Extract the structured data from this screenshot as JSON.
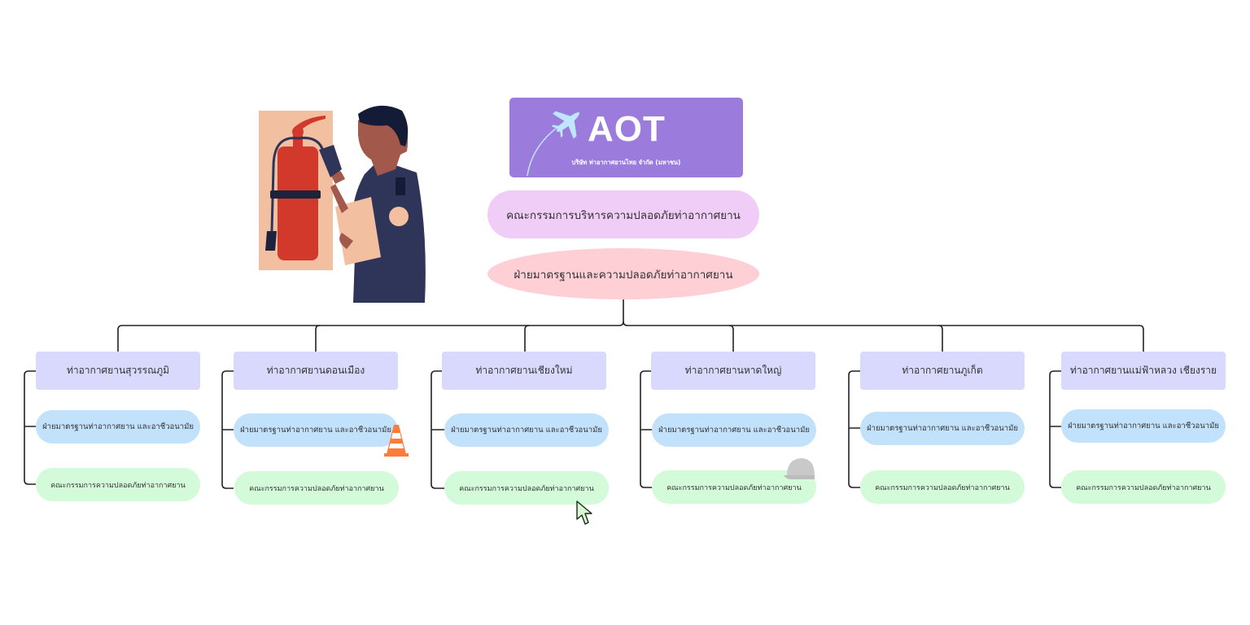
{
  "header": {
    "logo": {
      "title": "AOT",
      "subtitle": "บริษัท ท่าอากาศยานไทย จำกัด (มหาชน)",
      "icon": "airplane-icon",
      "background": "#9b7bdc"
    },
    "committee": {
      "label": "คณะกรรมการบริหารความปลอดภัยท่าอากาศยาน",
      "background": "#f0cdf6"
    },
    "division": {
      "label": "ฝ่ายมาตรฐานและความปลอดภัยท่าอากาศยาน",
      "background": "#ffcfd6"
    }
  },
  "illustration": {
    "subject": "safety-officer-inspecting-fire-extinguisher"
  },
  "airports": [
    {
      "name": "ท่าอากาศยานสุวรรณภูมิ",
      "children": [
        "ฝ่ายมาตรฐานท่าอากาศยาน และอาชีวอนามัย",
        "คณะกรรมการความปลอดภัยท่าอากาศยาน"
      ]
    },
    {
      "name": "ท่าอากาศยานดอนเมือง",
      "children": [
        "ฝ่ายมาตรฐานท่าอากาศยาน และอาชีวอนามัย",
        "คณะกรรมการความปลอดภัยท่าอากาศยาน"
      ]
    },
    {
      "name": "ท่าอากาศยานเชียงใหม่",
      "children": [
        "ฝ่ายมาตรฐานท่าอากาศยาน และอาชีวอนามัย",
        "คณะกรรมการความปลอดภัยท่าอากาศยาน"
      ]
    },
    {
      "name": "ท่าอากาศยานหาดใหญ่",
      "children": [
        "ฝ่ายมาตรฐานท่าอากาศยาน และอาชีวอนามัย",
        "คณะกรรมการความปลอดภัยท่าอากาศยาน"
      ]
    },
    {
      "name": "ท่าอากาศยานภูเก็ต",
      "children": [
        "ฝ่ายมาตรฐานท่าอากาศยาน และอาชีวอนามัย",
        "คณะกรรมการความปลอดภัยท่าอากาศยาน"
      ]
    },
    {
      "name": "ท่าอากาศยานแม่ฟ้าหลวง เชียงราย",
      "children": [
        "ฝ่ายมาตรฐานท่าอากาศยาน และอาชีวอนามัย",
        "คณะกรรมการความปลอดภัยท่าอากาศยาน"
      ]
    }
  ],
  "colors": {
    "airport_header": "#d8d9fc",
    "standards_division": "#c2e2fc",
    "safety_committee": "#d3fad9",
    "connector": "#222222"
  },
  "decorations": [
    "traffic-cone-icon",
    "hard-hat-icon",
    "mouse-cursor-icon"
  ]
}
